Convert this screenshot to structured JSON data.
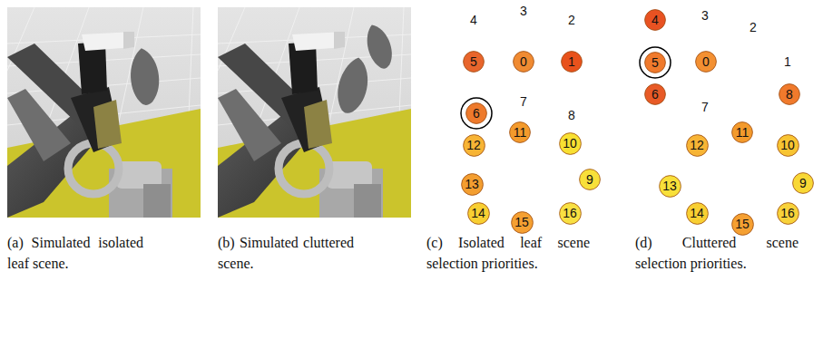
{
  "diagram": {
    "nodes": [
      {
        "text": [
          "5"
        ]
      },
      {
        "text": [
          "0"
        ]
      },
      {
        "text": [
          "1"
        ]
      },
      {
        "text": [
          "6"
        ]
      },
      {
        "text": [
          "12"
        ]
      },
      {
        "text": [
          "11"
        ]
      },
      {
        "text": [
          "10"
        ]
      },
      {
        "text": [
          "13"
        ]
      },
      {
        "text": [
          "9"
        ]
      },
      {
        "text": [
          "14"
        ]
      },
      {
        "text": [
          "15"
        ]
      },
      {
        "text": [
          "16"
        ]
      },
      {
        "text": [
          "4"
        ]
      },
      {
        "text": [
          "5"
        ]
      },
      {
        "text": [
          "0"
        ]
      },
      {
        "text": [
          "6"
        ]
      },
      {
        "text": [
          "8"
        ]
      },
      {
        "text": [
          "12"
        ]
      },
      {
        "text": [
          "11"
        ]
      },
      {
        "text": [
          "10"
        ]
      },
      {
        "text": [
          "13"
        ]
      },
      {
        "text": [
          "9"
        ]
      },
      {
        "text": [
          "14"
        ]
      },
      {
        "text": [
          "15"
        ]
      },
      {
        "text": [
          "16"
        ]
      }
    ],
    "labels": [
      "4",
      "3",
      "2",
      "7",
      "8",
      "3",
      "2",
      "1",
      "7",
      "(a) Simulated isolated leaf scene.",
      "(b) Simulated cluttered scene.",
      "(c) Isolated leaf scene selection priorities.",
      "(d) Cluttered scene selection priorities."
    ]
  }
}
